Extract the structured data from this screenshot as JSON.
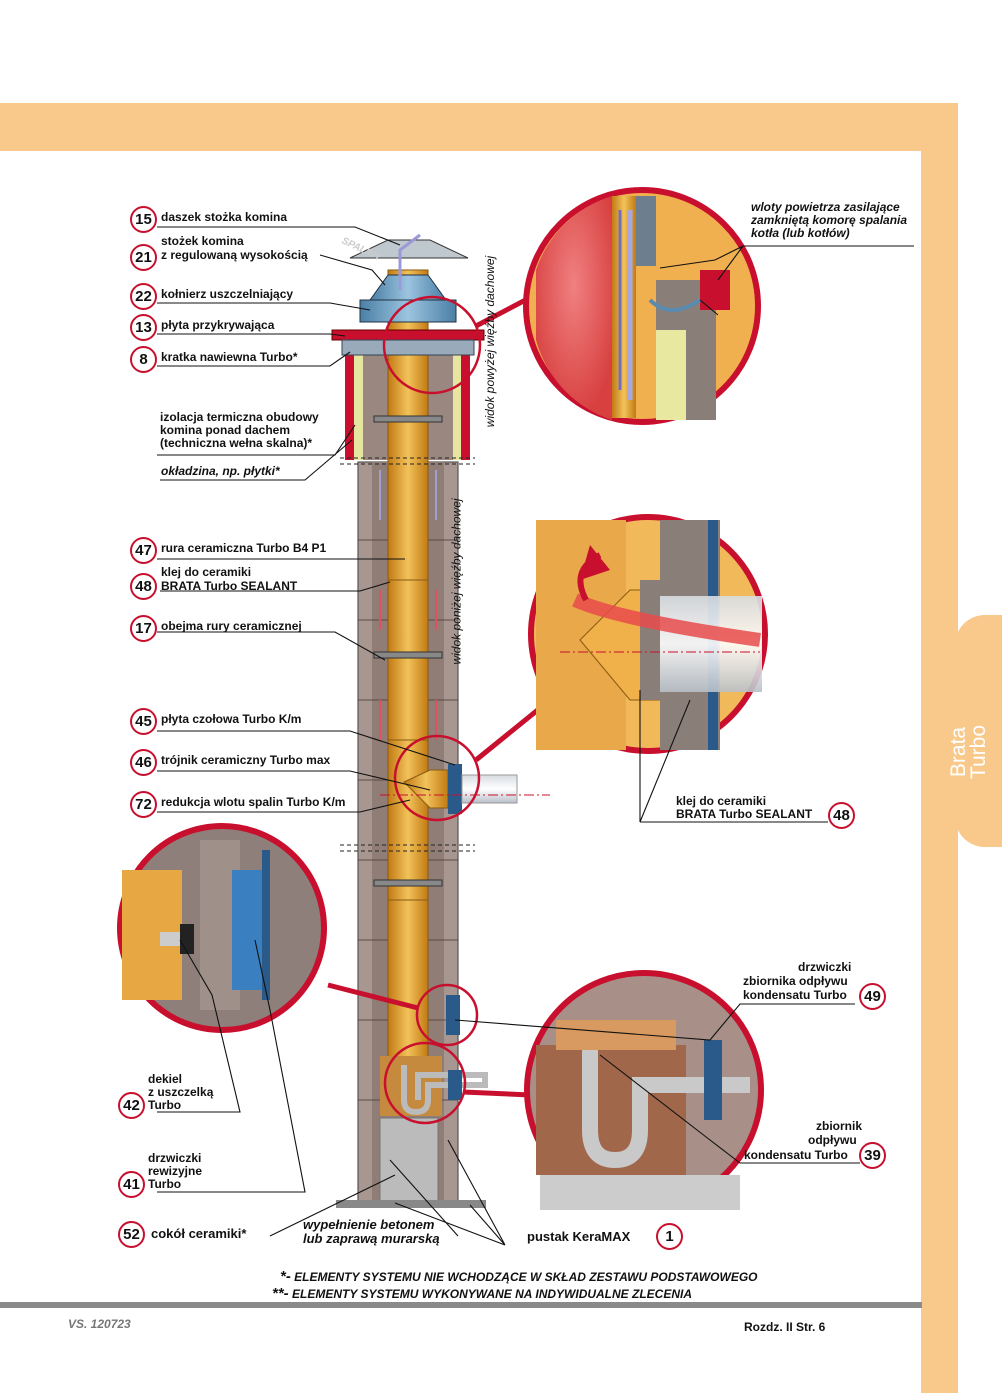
{
  "side_tab": {
    "line1": "Brata",
    "line2": "Turbo"
  },
  "labels": {
    "l15": {
      "num": "15",
      "text": "daszek stożka komina"
    },
    "l21": {
      "num": "21",
      "text1": "stożek komina",
      "text2": "z regulowaną wysokością"
    },
    "l22": {
      "num": "22",
      "text": "kołnierz uszczelniający"
    },
    "l13": {
      "num": "13",
      "text": "płyta przykrywająca"
    },
    "l8": {
      "num": "8",
      "text": "kratka nawiewna Turbo*"
    },
    "insulation": {
      "text1": "izolacja termiczna obudowy",
      "text2": "komina ponad dachem",
      "text3": "(techniczna wełna skalna)*"
    },
    "cladding": {
      "text": "okładzina, np. płytki*"
    },
    "l47": {
      "num": "47",
      "text": "rura ceramiczna Turbo B4 P1"
    },
    "l48": {
      "num": "48",
      "text1": "klej do ceramiki",
      "text2": "BRATA Turbo SEALANT"
    },
    "l17": {
      "num": "17",
      "text": "obejma rury ceramicznej"
    },
    "l45": {
      "num": "45",
      "text": "płyta czołowa Turbo K/m"
    },
    "l46": {
      "num": "46",
      "text": "trójnik ceramiczny Turbo max"
    },
    "l72": {
      "num": "72",
      "text": "redukcja wlotu spalin Turbo K/m"
    },
    "l42": {
      "num": "42",
      "text1": "dekiel",
      "text2": "z uszczelką",
      "text3": "Turbo"
    },
    "l41": {
      "num": "41",
      "text1": "drzwiczki",
      "text2": "rewizyjne",
      "text3": "Turbo"
    },
    "l52": {
      "num": "52",
      "text": "cokół ceramiki*"
    },
    "concrete": {
      "text1": "wypełnienie betonem",
      "text2": "lub zaprawą murarską"
    },
    "l1": {
      "num": "1",
      "text": "pustak KeraMAX"
    },
    "air_inlets": {
      "text1": "wloty powietrza zasilające",
      "text2": "zamkniętą komorę spalania",
      "text3": "kotła (lub kotłów)"
    },
    "l48b": {
      "num": "48",
      "text1": "klej do ceramiki",
      "text2": "BRATA Turbo SEALANT"
    },
    "l49": {
      "num": "49",
      "text1": "drzwiczki",
      "text2": "zbiornika odpływu",
      "text3": "kondensatu Turbo"
    },
    "l39": {
      "num": "39",
      "text1": "zbiornik",
      "text2": "odpływu",
      "text3": "kondensatu Turbo"
    },
    "view_above": "widok powyżej więźby dachowej",
    "view_below": "widok poniżej więźby dachowej",
    "spaliny": "SPALINY"
  },
  "footnotes": {
    "f1_mark": "*-",
    "f1": " ELEMENTY SYSTEMU NIE WCHODZĄCE W SKŁAD ZESTAWU PODSTAWOWEGO",
    "f2_mark": "**-",
    "f2": " ELEMENTY SYSTEMU WYKONYWANE NA INDYWIDUALNE ZLECENIA"
  },
  "version": "VS. 120723",
  "page_ref": "Rozdz. II  Str. 6",
  "colors": {
    "accent_band": "#f8c98a",
    "callout_red": "#c8102e",
    "ceramic_pipe": "#e8a83a",
    "brick": "#9a8780",
    "insulation": "#e8e8a0"
  }
}
